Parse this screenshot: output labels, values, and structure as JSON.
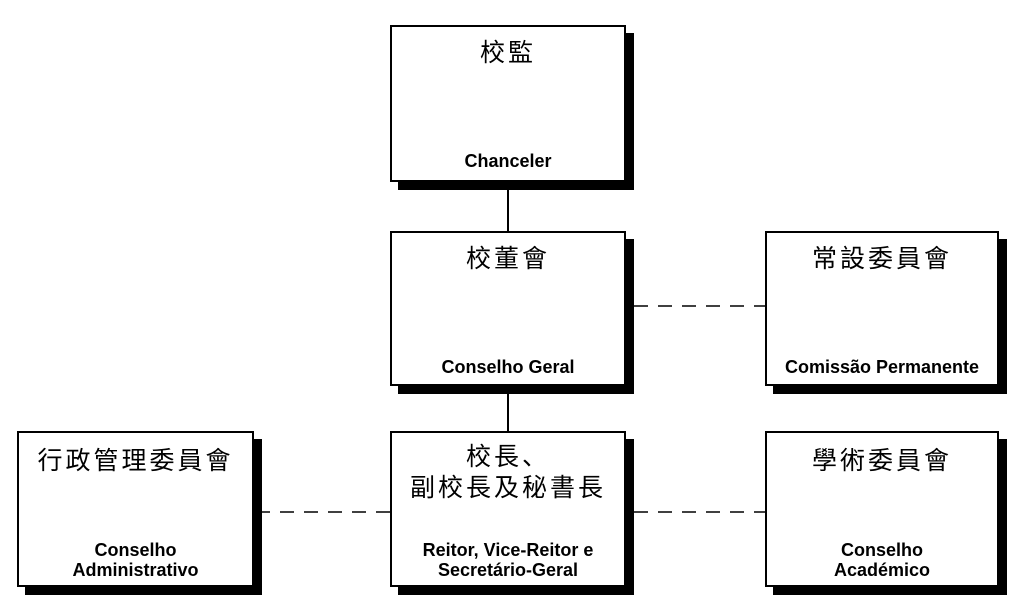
{
  "org_chart": {
    "chanceler": {
      "chinese": "校監",
      "portuguese": "Chanceler"
    },
    "conselho_geral": {
      "chinese": "校董會",
      "portuguese": "Conselho Geral"
    },
    "comissao_permanente": {
      "chinese": "常設委員會",
      "portuguese": "Comissão Permanente"
    },
    "reitoria": {
      "chinese": "校長、\n副校長及秘書長",
      "portuguese": "Reitor, Vice-Reitor e\nSecretário-Geral"
    },
    "conselho_administrativo": {
      "chinese": "行政管理委員會",
      "portuguese": "Conselho\nAdministrativo"
    },
    "conselho_academico": {
      "chinese": "學術委員會",
      "portuguese": "Conselho\nAcadémico"
    }
  }
}
